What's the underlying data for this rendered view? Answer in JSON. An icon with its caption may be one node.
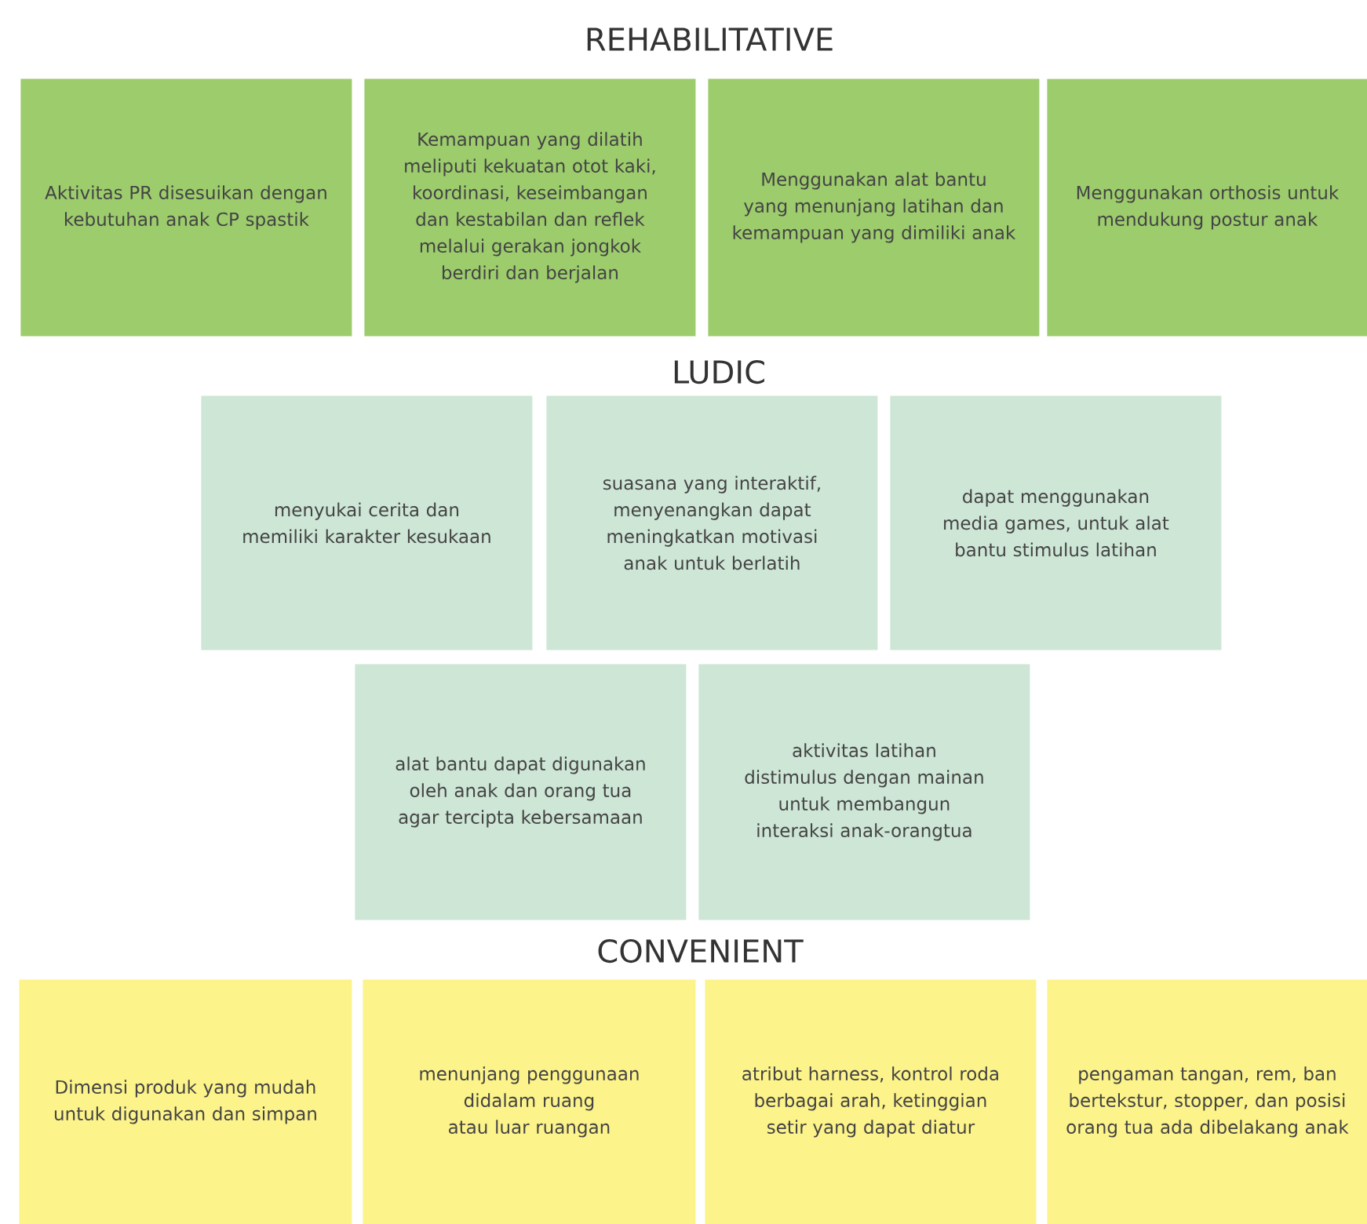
{
  "diagram": {
    "nodes": [
      {
        "text": [
          "Aktivitas PR disesuikan dengan kebutuhan anak CP spastik"
        ]
      },
      {
        "text": [
          "Kemampuan yang dilatih meliputi kekuatan otot kaki, koordinasi, keseimbangan dan kestabilan dan reflek melalui gerakan jongkok berdiri dan berjalan"
        ]
      },
      {
        "text": [
          "Menggunakan alat bantu yang menunjang latihan dan kemampuan yang dimiliki anak"
        ]
      },
      {
        "text": [
          "Menggunakan orthosis untuk mendukung postur anak"
        ]
      },
      {
        "text": [
          "menyukai cerita dan memiliki karakter kesukaan"
        ]
      },
      {
        "text": [
          "suasana yang interaktif, menyenangkan dapat meningkatkan motivasi anak untuk berlatih"
        ]
      },
      {
        "text": [
          "dapat menggunakan media games, untuk alat bantu stimulus latihan"
        ]
      },
      {
        "text": [
          "alat bantu dapat digunakan oleh anak dan orang tua agar tercipta kebersamaan"
        ]
      },
      {
        "text": [
          "aktivitas latihan distimulus dengan mainan untuk membangun interaksi anak-orangtua"
        ]
      },
      {
        "text": [
          "Dimensi produk yang mudah untuk digunakan dan simpan"
        ]
      },
      {
        "text": [
          "menunjang penggunaan didalam ruang atau luar ruangan"
        ]
      },
      {
        "text": [
          "atribut harness, kontrol roda berbagai arah, ketinggian setir yang dapat diatur"
        ]
      },
      {
        "text": [
          "pengaman tangan, rem, ban bertekstur, stopper, dan posisi orang tua ada dibelakang anak"
        ]
      }
    ],
    "labels": [
      "REHABILITATIVE",
      "LUDIC",
      "CONVENIENT"
    ]
  }
}
